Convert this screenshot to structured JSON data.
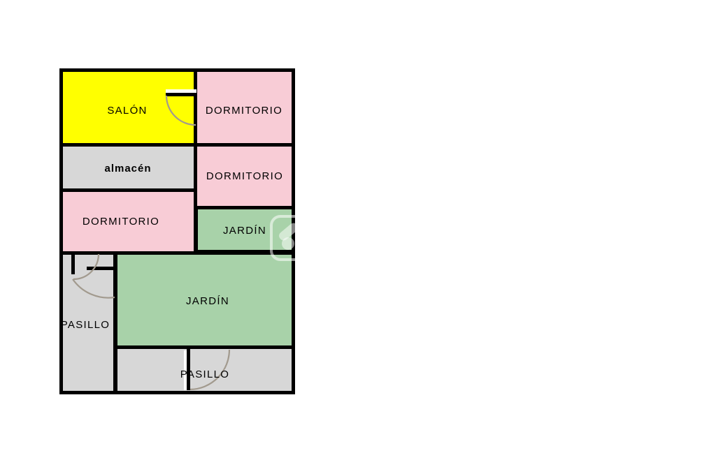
{
  "floorplan": {
    "rooms": [
      {
        "id": "salon",
        "label": "SALÓN",
        "color": "#FFFF00"
      },
      {
        "id": "dormitorio-top",
        "label": "DORMITORIO",
        "color": "#F8CCD6"
      },
      {
        "id": "almacen",
        "label": "almacén",
        "color": "#D7D7D7"
      },
      {
        "id": "dormitorio-mid",
        "label": "DORMITORIO",
        "color": "#F8CCD6"
      },
      {
        "id": "dormitorio-left",
        "label": "DORMITORIO",
        "color": "#F8CCD6"
      },
      {
        "id": "jardin-small",
        "label": "JARDÍN",
        "color": "#A8D2A9"
      },
      {
        "id": "pasillo-left",
        "label": "PASILLO",
        "color": "#D7D7D7"
      },
      {
        "id": "jardin-large",
        "label": "JARDÍN",
        "color": "#A8D2A9"
      },
      {
        "id": "pasillo-bottom",
        "label": "PASILLO",
        "color": "#D7D7D7"
      }
    ],
    "wall_color": "#000000",
    "door_arc_color": "#A29A8E",
    "watermark": {
      "icon": "house-logo-watermark",
      "color": "#FFFFFF",
      "opacity": 0.55
    }
  }
}
